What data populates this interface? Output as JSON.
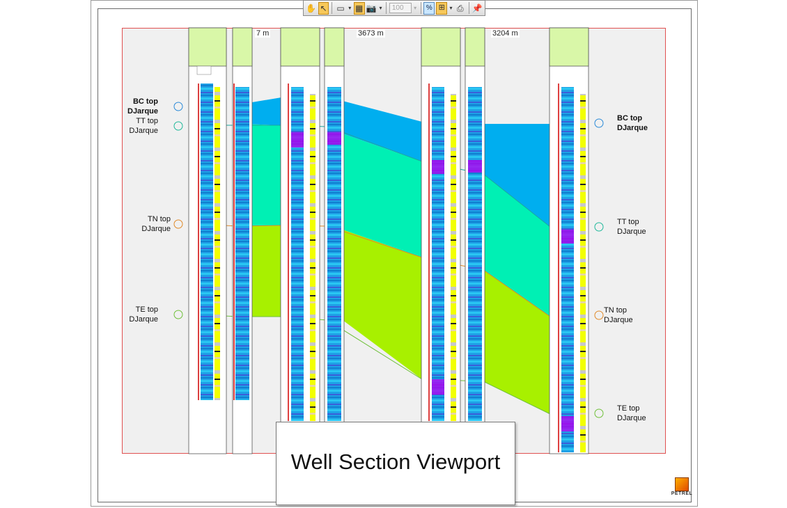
{
  "toolbar": {
    "zoom_value": "100",
    "icons": [
      "pan-hand-icon",
      "select-arrow-icon",
      "new-window-icon",
      "dropdown-arrow-icon",
      "grid-layout-icon",
      "camera-icon",
      "camera-dropdown-icon",
      "zoom-dropdown-icon",
      "scale-icon",
      "well-tracks-icon",
      "tracks-dropdown-icon",
      "print-icon",
      "pin-icon"
    ]
  },
  "distances": {
    "d1": "7 m",
    "d2": "3673 m",
    "d3": "3204 m"
  },
  "left_markers": [
    {
      "line1": "BC top",
      "line2": "DJarque",
      "bold": true
    },
    {
      "line1": "TT top",
      "line2": "DJarque",
      "bold": false
    },
    {
      "line1": "TN top",
      "line2": "DJarque",
      "bold": false
    },
    {
      "line1": "TE top",
      "line2": "DJarque",
      "bold": false
    }
  ],
  "right_markers": [
    {
      "line1": "BC top",
      "line2": "DJarque",
      "bold": true
    },
    {
      "line1": "TT top",
      "line2": "DJarque",
      "bold": false
    },
    {
      "line1": "TN top",
      "line2": "DJarque",
      "bold": false
    },
    {
      "line1": "TE top",
      "line2": "DJarque",
      "bold": false
    }
  ],
  "colors": {
    "zone_bc": "#00aeef",
    "zone_tt": "#00f0b4",
    "zone_tn": "#a8f000",
    "well_header": "#d9f7a8",
    "canvas_bg": "#f0f0f0",
    "canvas_border": "#e05050"
  },
  "caption": "Well Section Viewport",
  "logo_text": "PETREL"
}
